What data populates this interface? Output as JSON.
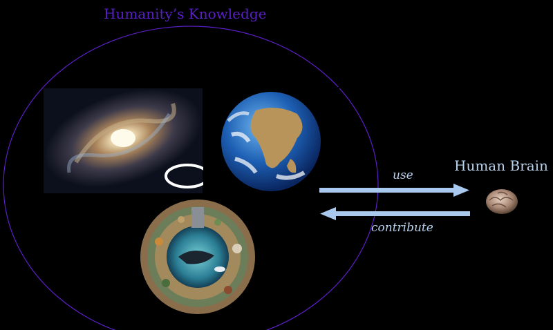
{
  "diagram": {
    "title": "Humanity’s Knowledge",
    "brain_label": "Human Brain",
    "use_label": "use",
    "contribute_label": "contribute",
    "colors": {
      "ellipse": "#5b1fc8",
      "arrow": "#a9c8ee",
      "text": "#b9d3ee",
      "highlight_ring": "#ffffff"
    },
    "images": [
      "spiral-galaxy",
      "planet-earth",
      "animal-biodiversity-mandala",
      "human-brain"
    ]
  }
}
